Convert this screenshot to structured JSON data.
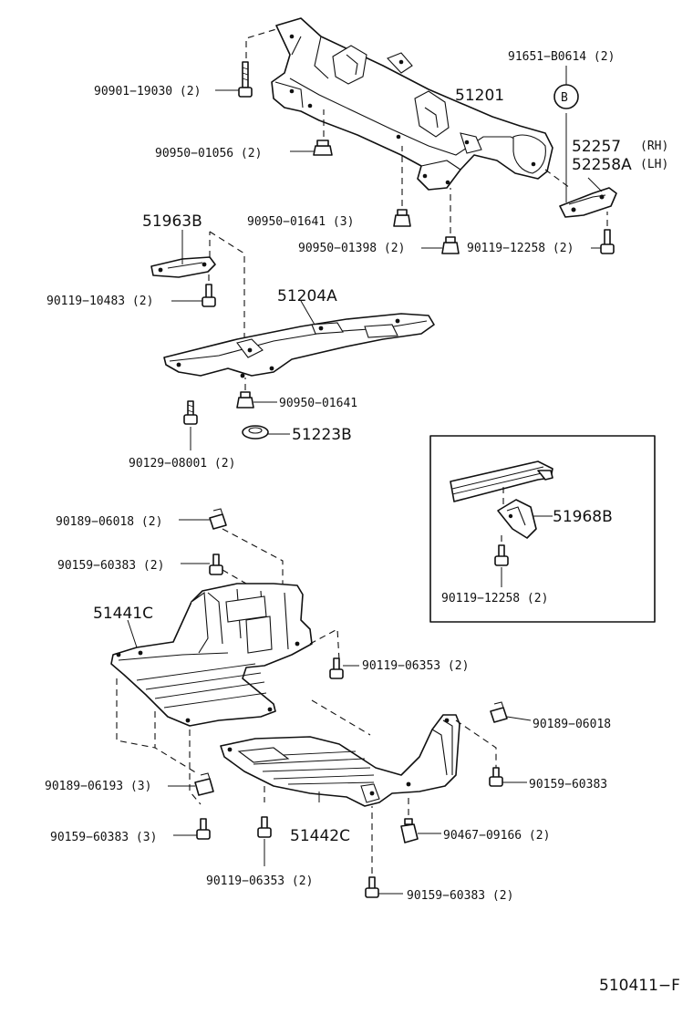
{
  "callouts": {
    "c1": "90901−19030 (2)",
    "c2": "91651−B0614 (2)",
    "c3": "B",
    "c4": "51201",
    "c5": "90950−01056 (2)",
    "c6": "52257",
    "c7": "(RH)",
    "c8": "52258A",
    "c9": "(LH)",
    "c10": "51963B",
    "c11": "90950−01641 (3)",
    "c12": "90950−01398 (2)",
    "c13": "90119−12258 (2)",
    "c14": "90119−10483 (2)",
    "c15": "51204A",
    "c16": "90950−01641",
    "c17": "51223B",
    "c18": "90129−08001 (2)",
    "c19": "90189−06018 (2)",
    "c20": "90159−60383 (2)",
    "c21": "51441C",
    "c22": "51968B",
    "c23": "90119−12258 (2)",
    "c24": "90119−06353 (2)",
    "c25": "90189−06018",
    "c26": "90159−60383",
    "c27": "90189−06193 (3)",
    "c28": "90467−09166 (2)",
    "c29": "90159−60383 (3)",
    "c30": "51442C",
    "c31": "90119−06353 (2)",
    "c32": "90159−60383 (2)",
    "c33": "510411−F"
  }
}
